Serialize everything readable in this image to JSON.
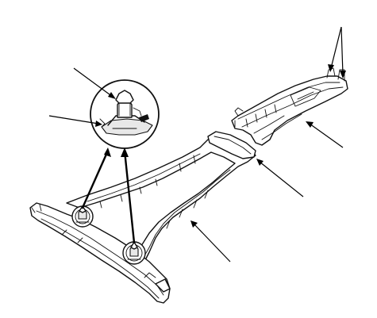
{
  "diagram": {
    "type": "exploded-parts-illustration",
    "parts": [
      "front-panel-section",
      "side-rail-section",
      "rear-bracket-section",
      "connecting-trim-strip",
      "clip-detail-callout",
      "mounting-clip-1",
      "mounting-clip-2"
    ],
    "leader_lines": [
      "leader-clip-top",
      "leader-clip-flange",
      "leader-rear-bracket-top",
      "leader-rear-bracket",
      "leader-trim-strip",
      "leader-side-rail"
    ],
    "colors": {
      "line": "#111111",
      "background": "#ffffff",
      "shade": "#e8e8e8"
    }
  }
}
